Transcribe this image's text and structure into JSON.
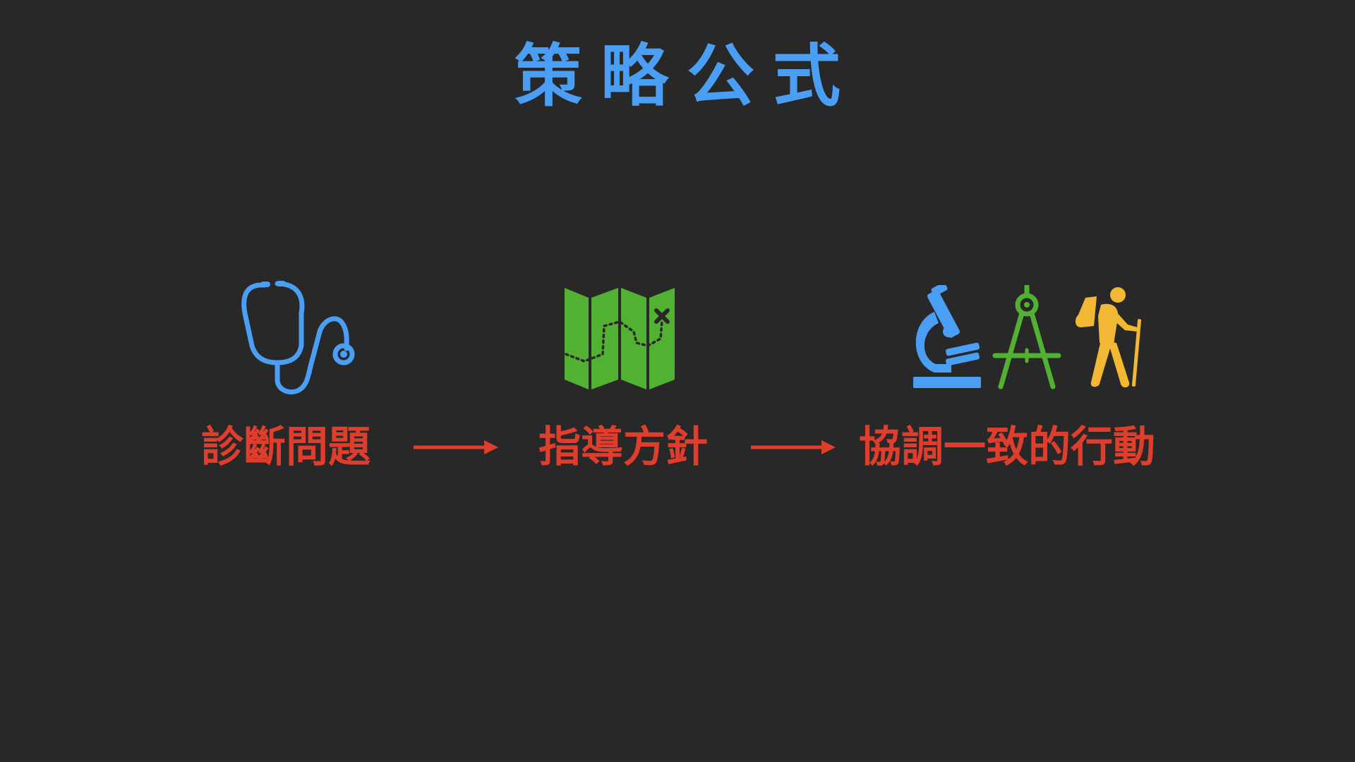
{
  "slide": {
    "title": "策略公式",
    "steps": [
      {
        "label": "診斷問題",
        "icon": "stethoscope-icon"
      },
      {
        "label": "指導方針",
        "icon": "map-icon"
      },
      {
        "label": "協調一致的行動",
        "icons": [
          "microscope-icon",
          "compass-icon",
          "hiker-icon"
        ]
      }
    ],
    "colors": {
      "background": "#282828",
      "title": "#4a9ff5",
      "label": "#e03e2d",
      "blue": "#4a9ff5",
      "green": "#52b132",
      "yellow": "#f2b733",
      "arrow": "#e03e2d"
    }
  }
}
